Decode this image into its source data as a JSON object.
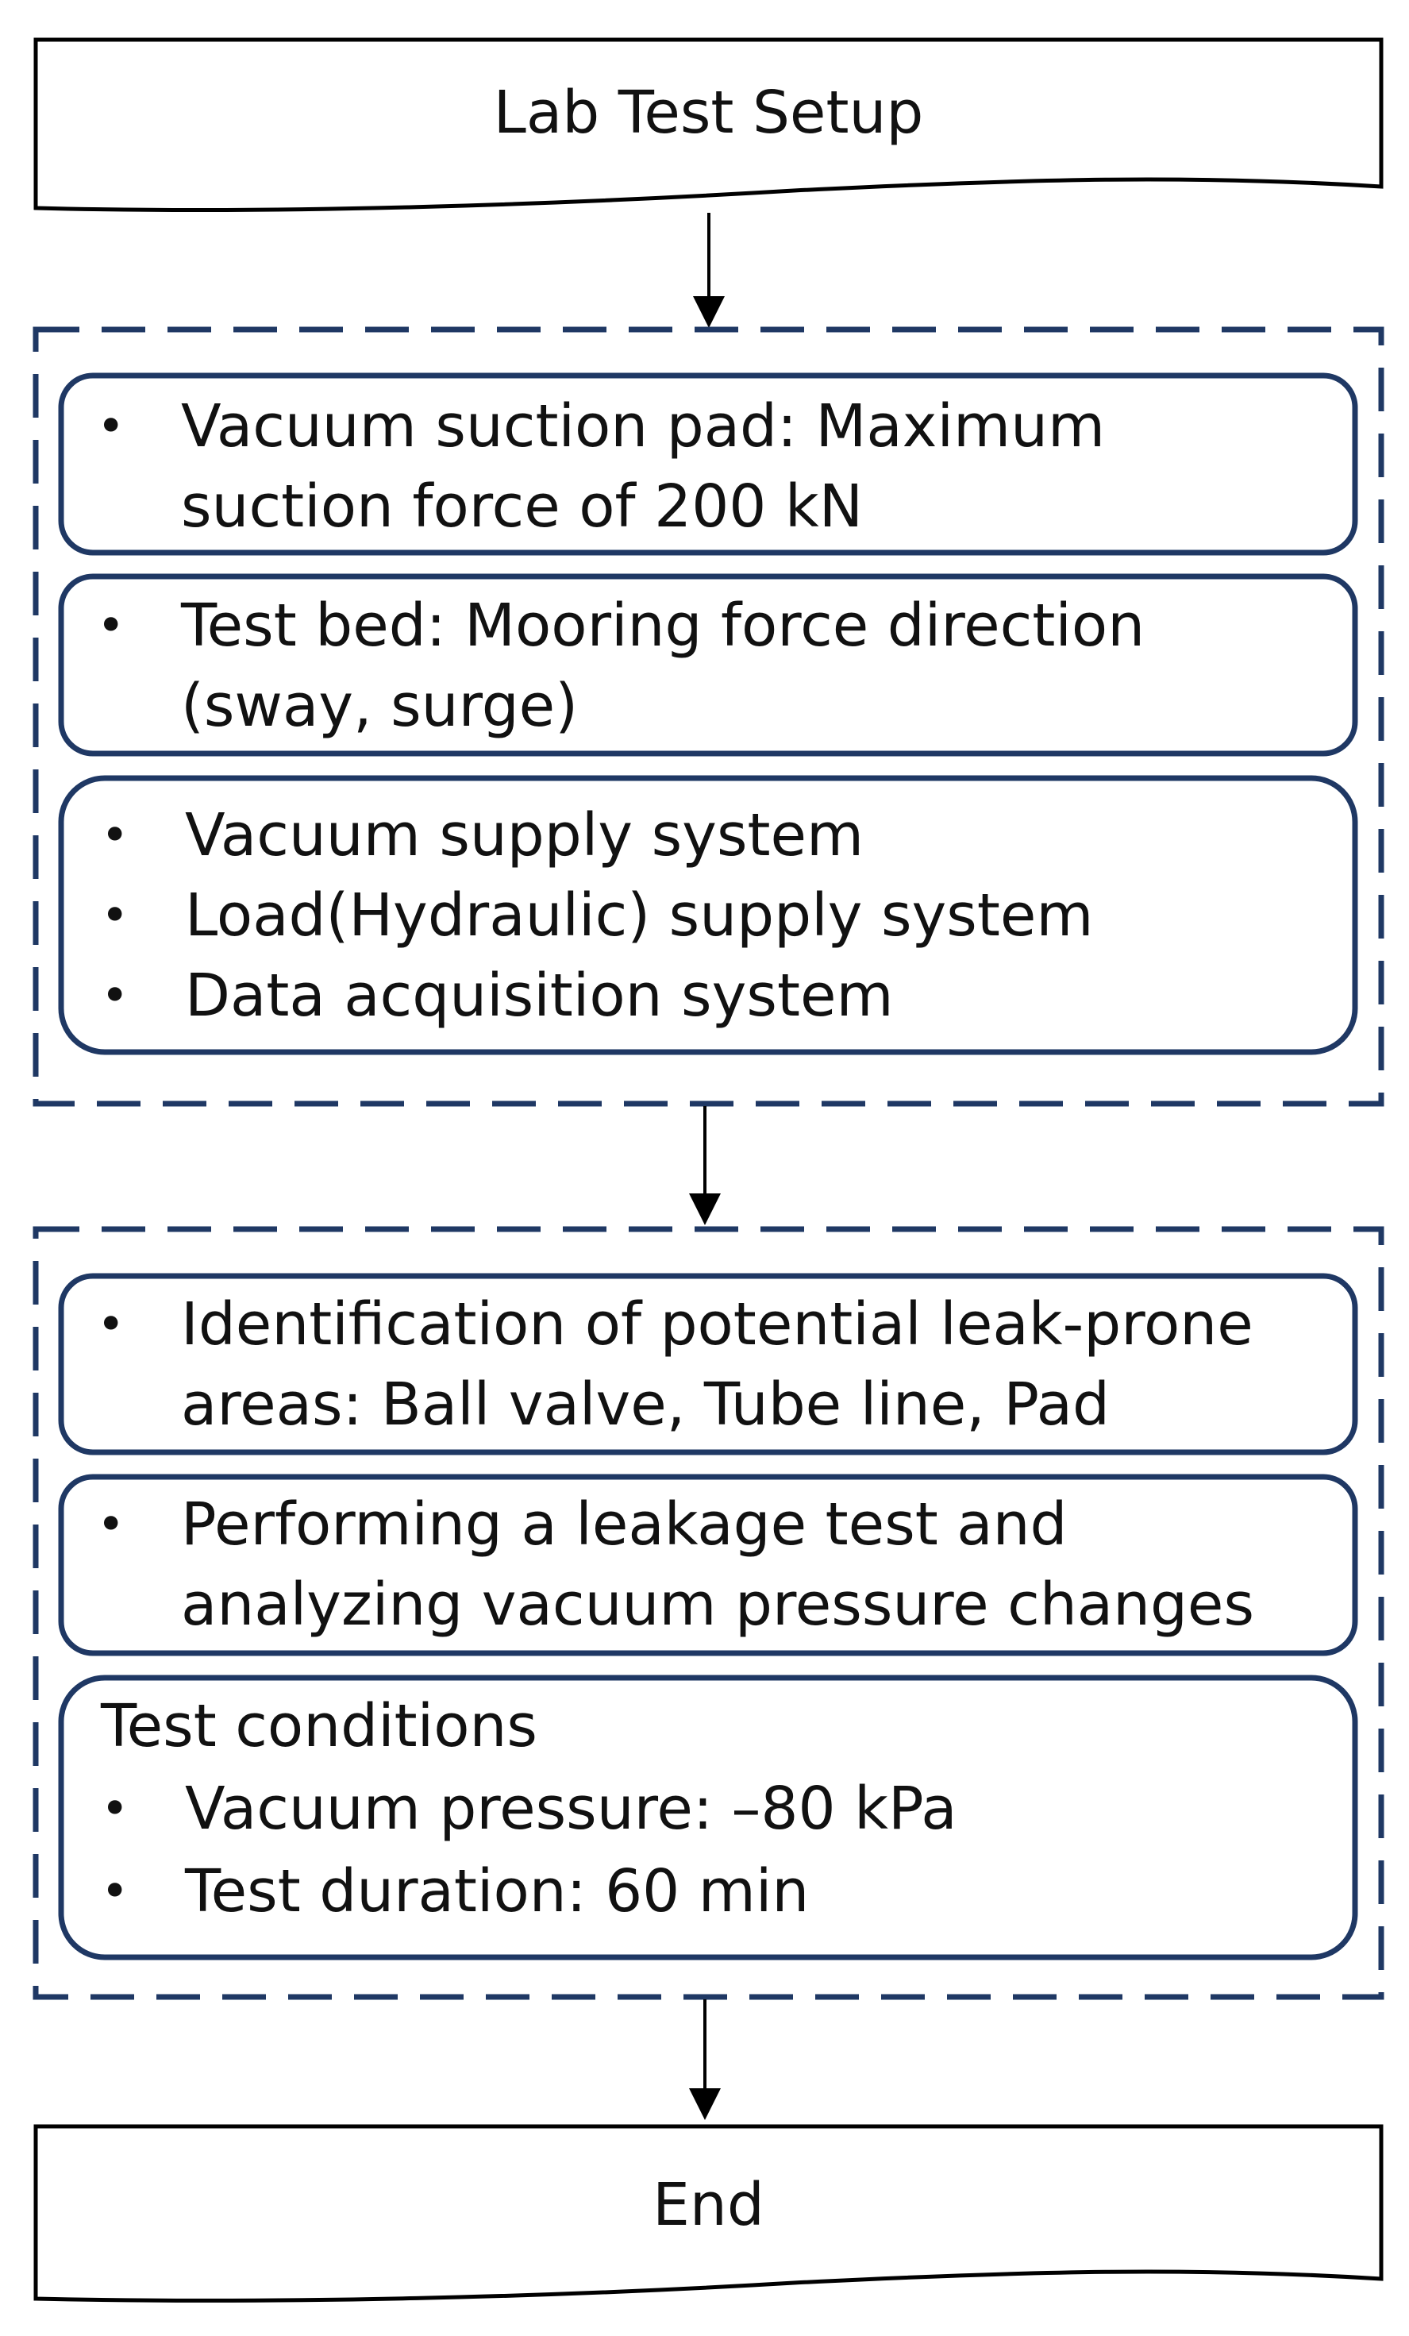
{
  "start": {
    "title": "Lab Test Setup"
  },
  "group1": {
    "box1": {
      "lines": [
        "Vacuum suction pad: Maximum",
        "suction force of 200 kN"
      ]
    },
    "box2": {
      "lines": [
        "Test bed: Mooring force direction",
        "(sway, surge)"
      ]
    },
    "box3": {
      "items": [
        "Vacuum supply system",
        "Load(Hydraulic) supply system",
        "Data acquisition system"
      ]
    }
  },
  "group2": {
    "box1": {
      "lines": [
        "Identification of potential leak-prone",
        "areas: Ball valve, Tube line, Pad"
      ]
    },
    "box2": {
      "lines": [
        "Performing a leakage test and",
        "analyzing vacuum pressure changes"
      ]
    },
    "box3": {
      "heading": "Test conditions",
      "items": [
        "Vacuum pressure: –80 kPa",
        "Test duration: 60 min"
      ]
    }
  },
  "end": {
    "title": "End"
  },
  "bullet_glyph": "•",
  "colors": {
    "group_border": "#1f3864",
    "box_border": "#1f3864",
    "line": "#000000"
  }
}
